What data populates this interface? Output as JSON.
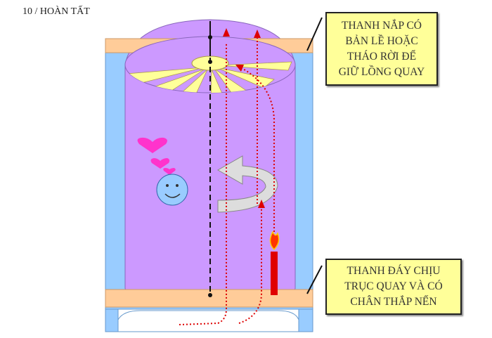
{
  "title": "10 / HOÀN TẤT",
  "callout_top": {
    "lines": [
      "THANH NẮP CÓ",
      "BẢN LỀ HOẶC",
      "THÁO RỜI ĐỂ",
      "GIỮ LỒNG QUAY"
    ]
  },
  "callout_bottom": {
    "lines": [
      "THANH ĐÁY CHỊU",
      "TRỤC QUAY VÀ CÓ",
      "CHÂN THẮP NẾN"
    ]
  },
  "colors": {
    "frame": "#99ccff",
    "bar": "#ffcc99",
    "drum": "#cc99ff",
    "blade": "#ffff99",
    "callout": "#ffff99",
    "candle": "#e00000",
    "heart": "#ff33cc",
    "smiley": "#99ccff"
  }
}
